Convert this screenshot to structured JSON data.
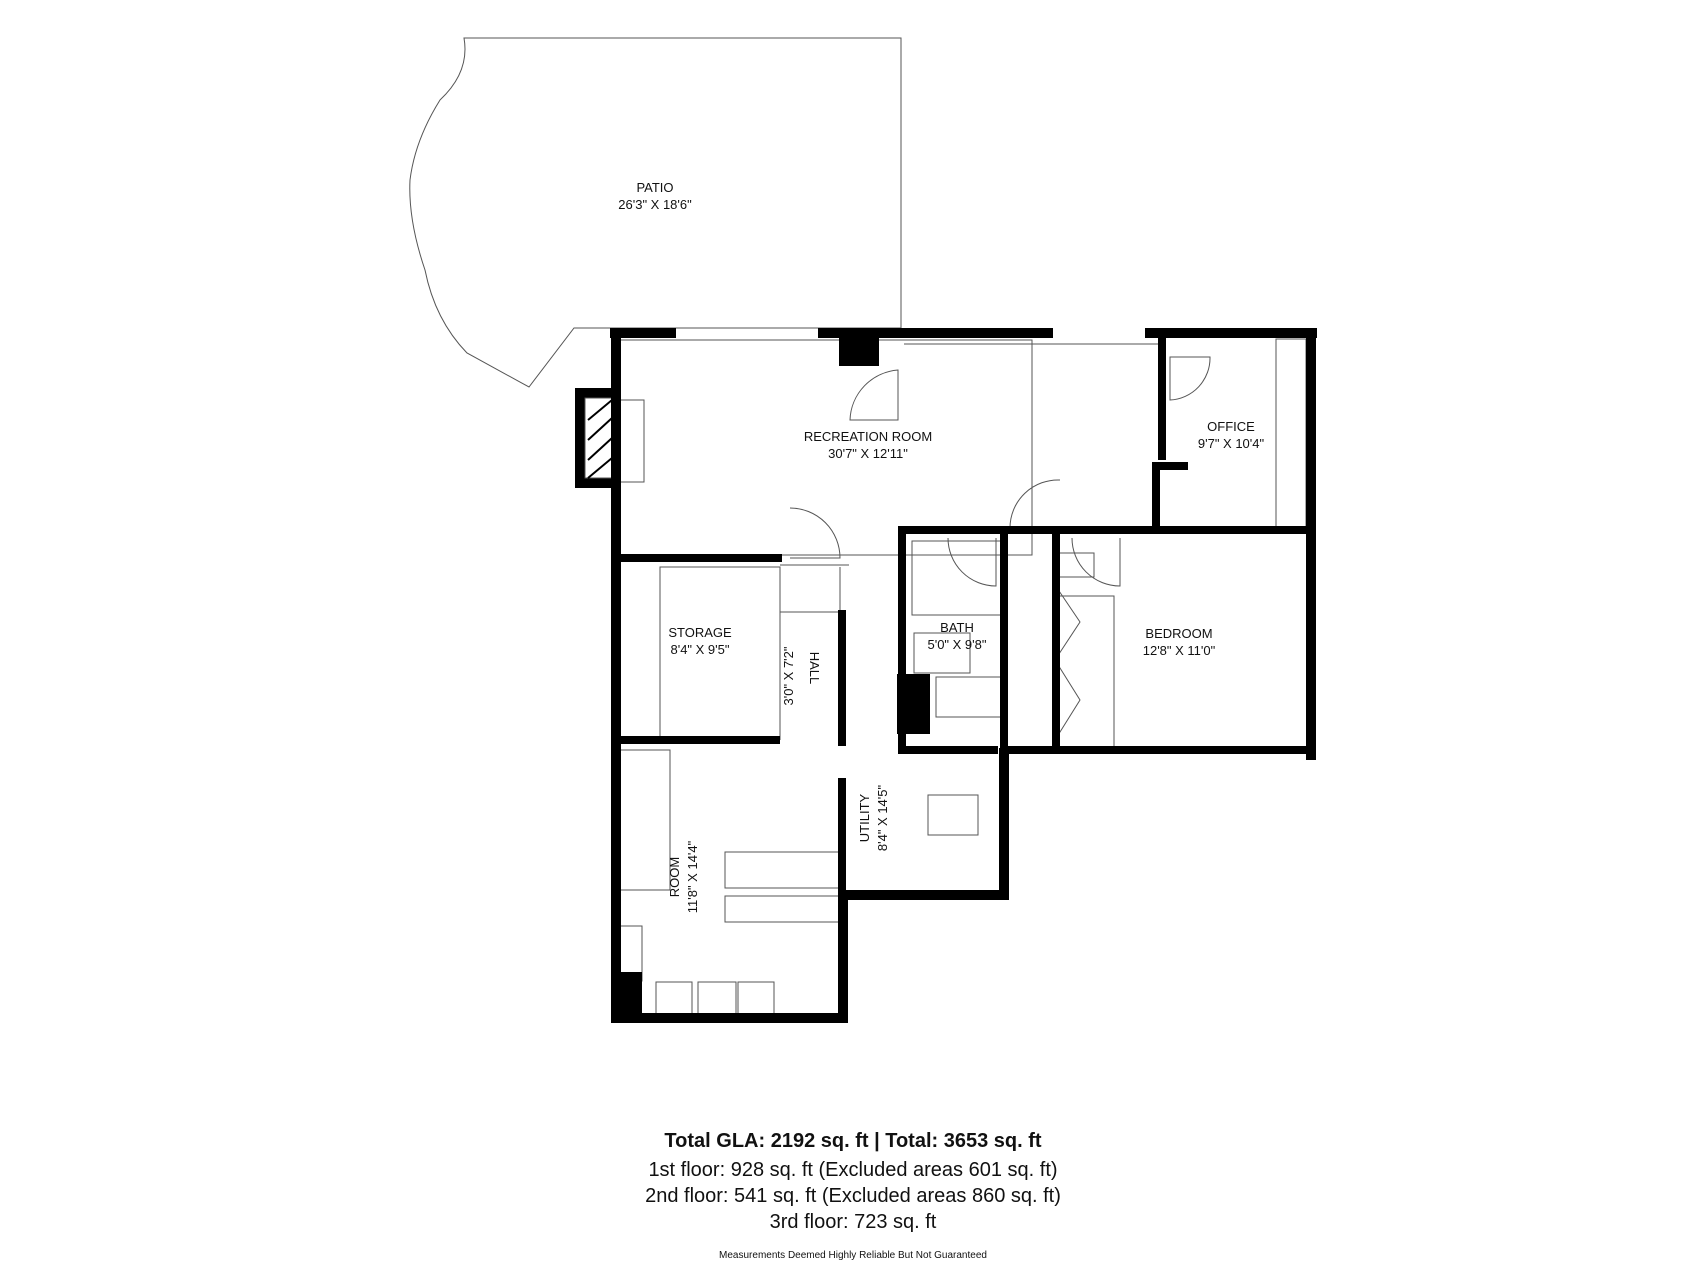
{
  "rooms": {
    "patio": {
      "name": "PATIO",
      "dims": "26'3\" X 18'6\""
    },
    "recreation": {
      "name": "RECREATION ROOM",
      "dims": "30'7\" X 12'11\""
    },
    "office": {
      "name": "OFFICE",
      "dims": "9'7\" X 10'4\""
    },
    "storage": {
      "name": "STORAGE",
      "dims": "8'4\" X 9'5\""
    },
    "hall": {
      "name": "HALL",
      "dims": "3'0\" X 7'2\""
    },
    "bath": {
      "name": "BATH",
      "dims": "5'0\" X 9'8\""
    },
    "bedroom": {
      "name": "BEDROOM",
      "dims": "12'8\" X 11'0\""
    },
    "utility": {
      "name": "UTILITY",
      "dims": "8'4\" X 14'5\""
    },
    "room": {
      "name": "ROOM",
      "dims": "11'8\" X 14'4\""
    }
  },
  "footer": {
    "total": "Total GLA: 2192 sq. ft | Total: 3653 sq. ft",
    "floor1": "1st floor: 928 sq. ft (Excluded areas 601 sq. ft)",
    "floor2": "2nd floor: 541 sq. ft (Excluded areas 860 sq. ft)",
    "floor3": "3rd floor: 723 sq. ft",
    "disclaimer": "Measurements Deemed Highly Reliable But Not Guaranteed"
  },
  "colors": {
    "wall": "#000000",
    "line": "#555555",
    "background": "#ffffff"
  }
}
